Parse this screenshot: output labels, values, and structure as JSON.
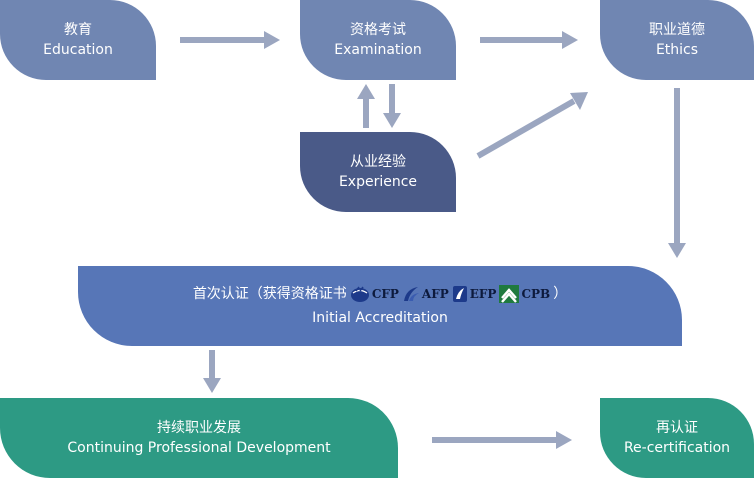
{
  "nodes": {
    "education": {
      "cn": "教育",
      "en": "Education"
    },
    "examination": {
      "cn": "资格考试",
      "en": "Examination"
    },
    "ethics": {
      "cn": "职业道德",
      "en": "Ethics"
    },
    "experience": {
      "cn": "从业经验",
      "en": "Experience"
    },
    "initial": {
      "cn_prefix": "首次认证（获得资格证书",
      "cn_suffix": "）",
      "en": "Initial Accreditation",
      "logos": [
        {
          "text": "CFP",
          "icon": "cfp-globe-icon"
        },
        {
          "text": "AFP",
          "icon": "afp-swirl-icon"
        },
        {
          "text": "EFP",
          "icon": "efp-leaf-icon"
        },
        {
          "text": "CPB",
          "icon": "cpb-chevron-icon"
        }
      ]
    },
    "cpd": {
      "cn": "持续职业发展",
      "en": "Continuing Professional Development"
    },
    "recert": {
      "cn": "再认证",
      "en": "Re-certification"
    }
  },
  "colors": {
    "node_blue": "#7086b2",
    "node_dark": "#4a5a88",
    "node_mid": "#5776b7",
    "node_green": "#2d9a84",
    "arrow": "#9ba6c0"
  }
}
